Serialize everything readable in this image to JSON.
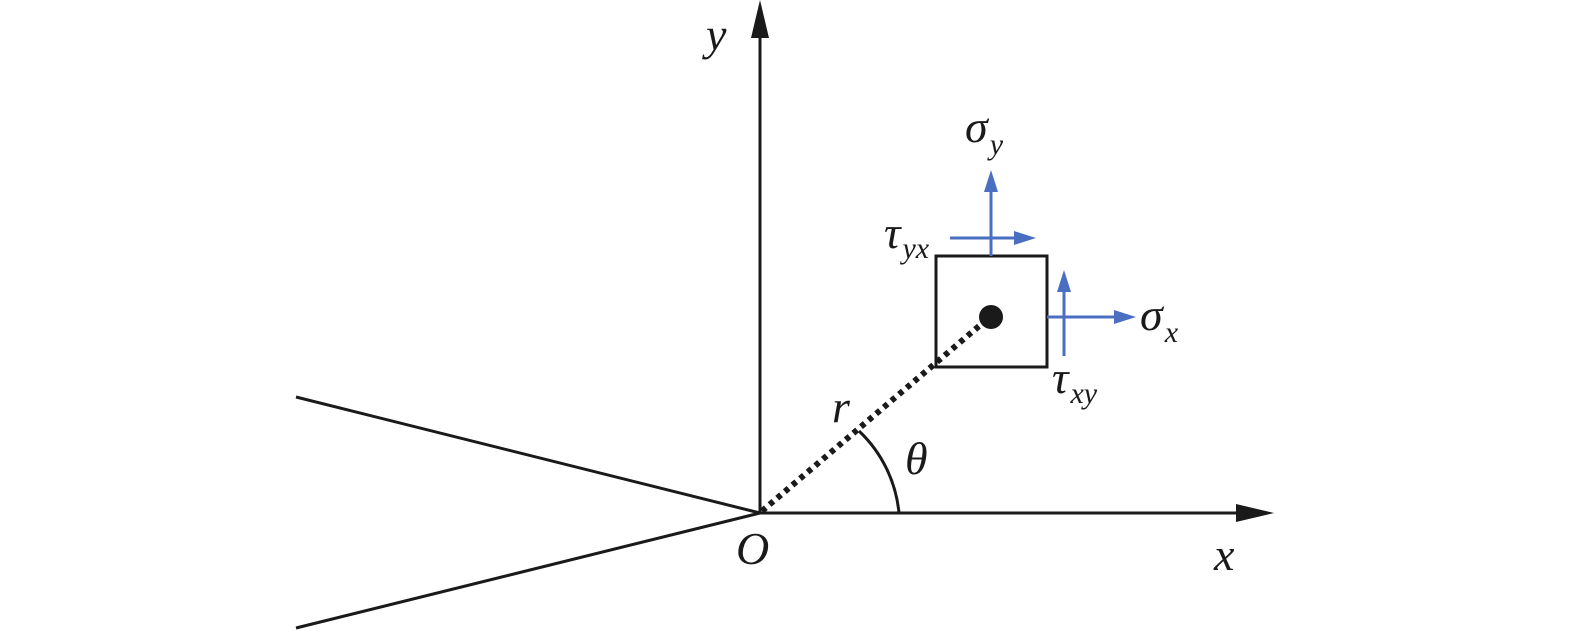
{
  "diagram": {
    "axes": {
      "x_label": "x",
      "y_label": "y",
      "origin_label": "O"
    },
    "polar": {
      "radius_label": "r",
      "angle_label": "θ"
    },
    "stresses": {
      "sigma_y": {
        "symbol": "σ",
        "subscript": "y"
      },
      "sigma_x": {
        "symbol": "σ",
        "subscript": "x"
      },
      "tau_yx": {
        "symbol": "τ",
        "subscript": "yx"
      },
      "tau_xy": {
        "symbol": "τ",
        "subscript": "xy"
      }
    },
    "colors": {
      "lines": "#1a1a1a",
      "stress_arrows": "#4a6fc1"
    }
  }
}
